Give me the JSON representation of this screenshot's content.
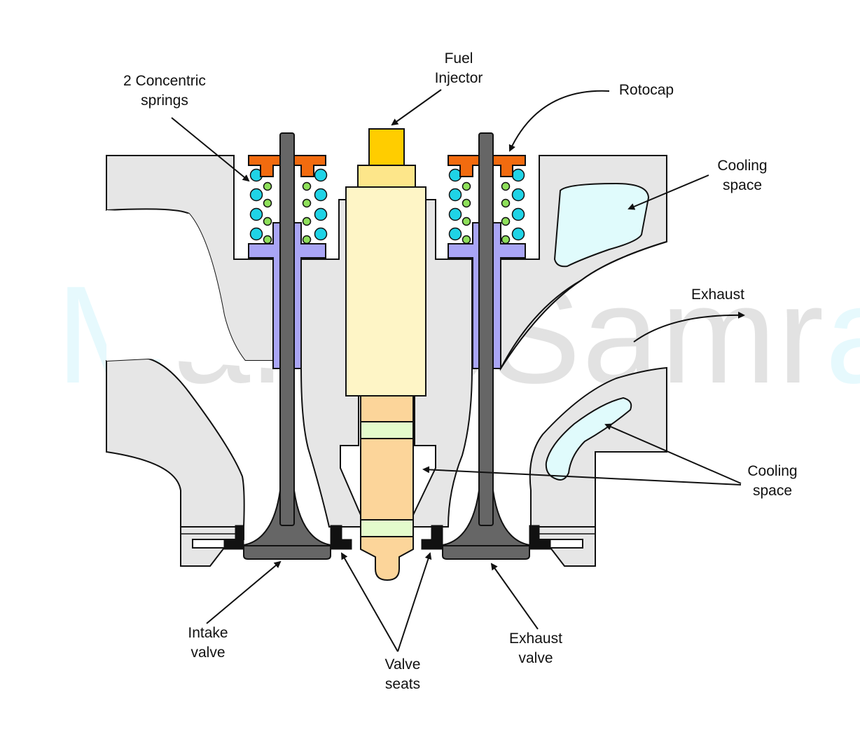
{
  "watermark": {
    "first": "M",
    "middle": "arineSamr",
    "last": "aj"
  },
  "labels": {
    "springs": "2 Concentric\nsprings",
    "fuel_injector": "Fuel\nInjector",
    "rotocap": "Rotocap",
    "cooling_space_top": "Cooling\nspace",
    "exhaust": "Exhaust",
    "cooling_space_bottom": "Cooling\nspace",
    "intake_valve": "Intake\nvalve",
    "valve_seats": "Valve\nseats",
    "exhaust_valve": "Exhaust\nvalve"
  },
  "colors": {
    "head": "#e6e6e6",
    "outline": "#111111",
    "valve_stem": "#666666",
    "valve_guide": "#a9a5f5",
    "spring_outer": "#1fd3e6",
    "spring_inner": "#8ee05a",
    "rotocap": "#f26b0f",
    "injector_top": "#ffcd00",
    "injector_collar": "#fde68a",
    "injector_body": "#fef5c6",
    "nozzle": "#fcd59a",
    "nozzle_band": "#e4fbcc",
    "cooling_space": "#e0fbfc",
    "valve_seat": "#111111"
  }
}
